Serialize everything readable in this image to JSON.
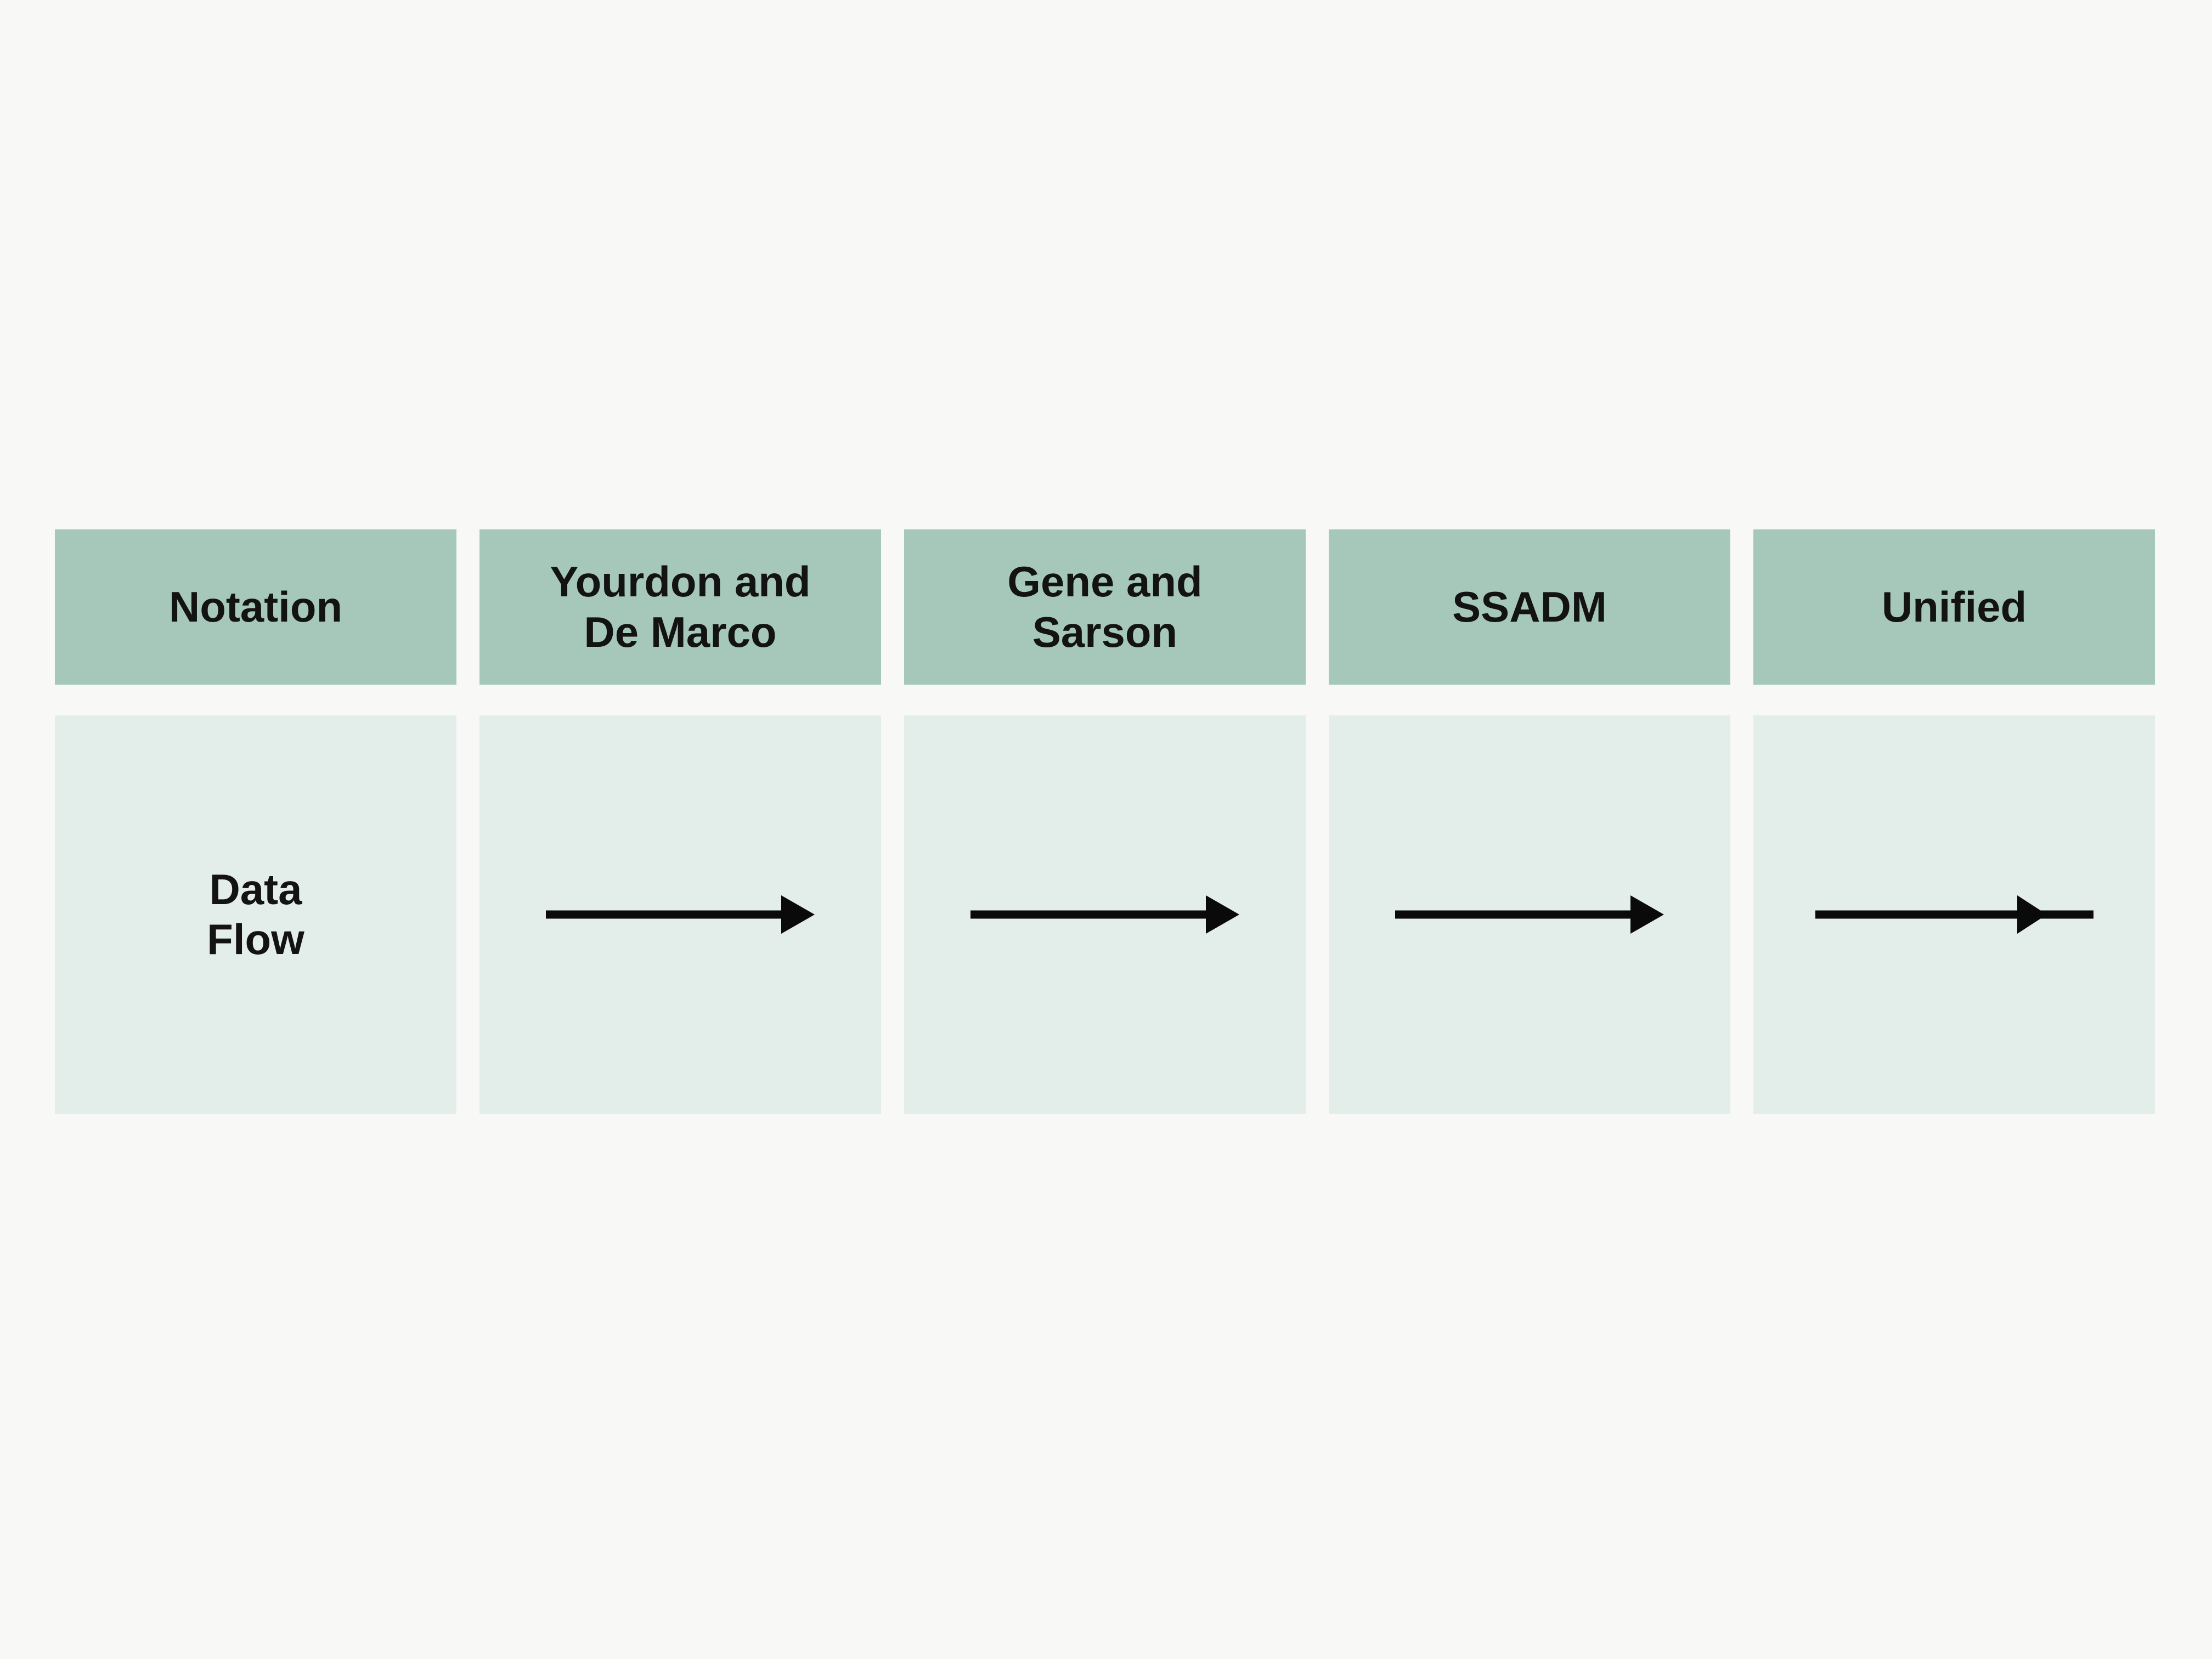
{
  "colors": {
    "page_bg": "#f8f8f7",
    "header_bg": "#a6c8ba",
    "cell_bg": "#e3edea",
    "text": "#131313",
    "arrow": "#0a0a0a"
  },
  "table": {
    "headers": [
      {
        "label": "Notation"
      },
      {
        "label": "Yourdon and\nDe Marco"
      },
      {
        "label": "Gene and\nSarson"
      },
      {
        "label": "SSADM"
      },
      {
        "label": "Unified"
      }
    ],
    "row": {
      "label": "Data\nFlow",
      "cells": [
        {
          "column": "Yourdon and De Marco",
          "icon": "arrow-right-icon",
          "variant": "solid-head-at-end"
        },
        {
          "column": "Gene and Sarson",
          "icon": "arrow-right-icon",
          "variant": "solid-head-at-end"
        },
        {
          "column": "SSADM",
          "icon": "arrow-right-icon",
          "variant": "solid-head-at-end"
        },
        {
          "column": "Unified",
          "icon": "arrow-right-icon",
          "variant": "solid-head-inset-line-through"
        }
      ]
    }
  }
}
